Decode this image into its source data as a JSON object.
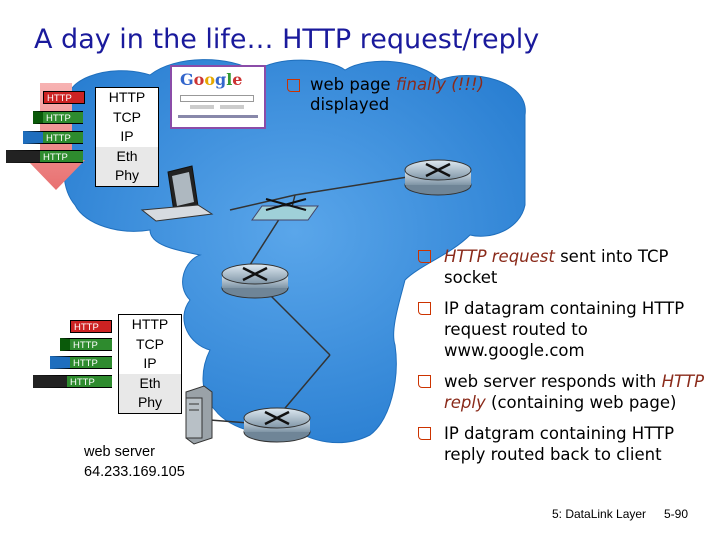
{
  "title": "A day in the life… HTTP request/reply",
  "top_bullet": {
    "text_before": "web page ",
    "highlight": "finally (!!!)",
    "text_after": "displayed"
  },
  "client_stack": {
    "layers": [
      "HTTP",
      "TCP",
      "IP",
      "Eth",
      "Phy"
    ],
    "headers": [
      "HTTP",
      "HTTP",
      "HTTP",
      "HTTP"
    ]
  },
  "server_stack": {
    "layers": [
      "HTTP",
      "TCP",
      "IP",
      "Eth",
      "Phy"
    ],
    "headers": [
      "HTTP",
      "HTTP",
      "HTTP",
      "HTTP"
    ]
  },
  "google_logo": "Google",
  "server": {
    "label_line1": "web server",
    "label_line2": "64.233.169.105"
  },
  "bullets": [
    {
      "highlight": "HTTP request",
      "text": " sent into TCP socket"
    },
    {
      "highlight": "",
      "text": "IP datagram containing HTTP request routed to www.google.com"
    },
    {
      "highlight_prefix": "web server responds with ",
      "highlight": "HTTP reply",
      "text": " (containing web page)"
    },
    {
      "highlight": "",
      "text": "IP datgram containing HTTP reply routed back to client"
    }
  ],
  "footer": {
    "chapter": "5: DataLink Layer",
    "page": "5-90"
  },
  "colors": {
    "title": "#1a1a9c",
    "cloud": "#2f86d8",
    "highlight": "#8a2a1a",
    "bullet": "#cc3300"
  }
}
